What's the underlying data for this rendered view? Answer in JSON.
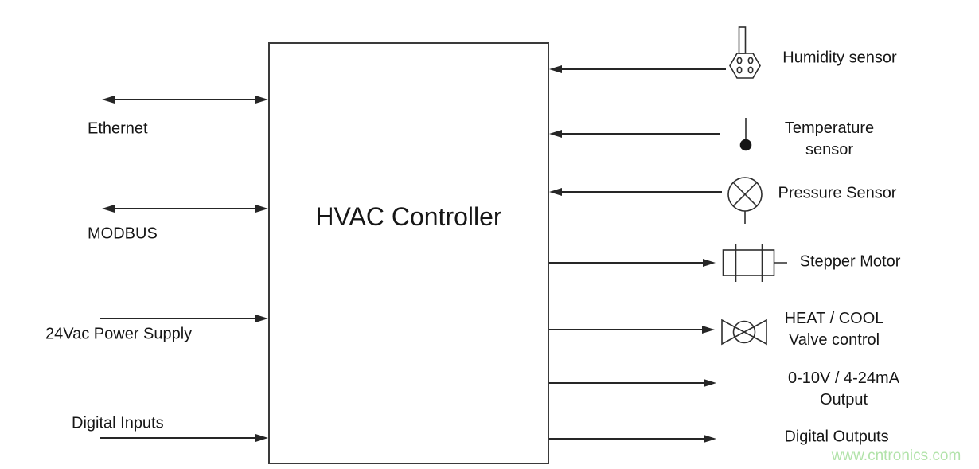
{
  "diagram": {
    "title": "HVAC Controller",
    "left_items": [
      {
        "label": "Ethernet",
        "direction": "bidirectional"
      },
      {
        "label": "MODBUS",
        "direction": "bidirectional"
      },
      {
        "label": "24Vac Power Supply",
        "direction": "input"
      },
      {
        "label": "Digital Inputs",
        "direction": "input"
      }
    ],
    "right_items": [
      {
        "lines": [
          "Humidity sensor"
        ],
        "icon": "humidity-sensor-icon",
        "direction": "input"
      },
      {
        "lines": [
          "Temperature",
          "sensor"
        ],
        "icon": "temperature-sensor-icon",
        "direction": "input"
      },
      {
        "lines": [
          "Pressure Sensor"
        ],
        "icon": "pressure-sensor-icon",
        "direction": "input"
      },
      {
        "lines": [
          "Stepper Motor"
        ],
        "icon": "stepper-motor-icon",
        "direction": "output"
      },
      {
        "lines": [
          "HEAT / COOL",
          "Valve control"
        ],
        "icon": "valve-icon",
        "direction": "output"
      },
      {
        "lines": [
          "0-10V / 4-24mA",
          "Output"
        ],
        "direction": "output"
      },
      {
        "lines": [
          "Digital Outputs"
        ],
        "direction": "output"
      }
    ],
    "watermark": "www.cntronics.com",
    "colors": {
      "line": "#262626",
      "text": "#161616",
      "watermark": "#b2e3aa"
    }
  }
}
